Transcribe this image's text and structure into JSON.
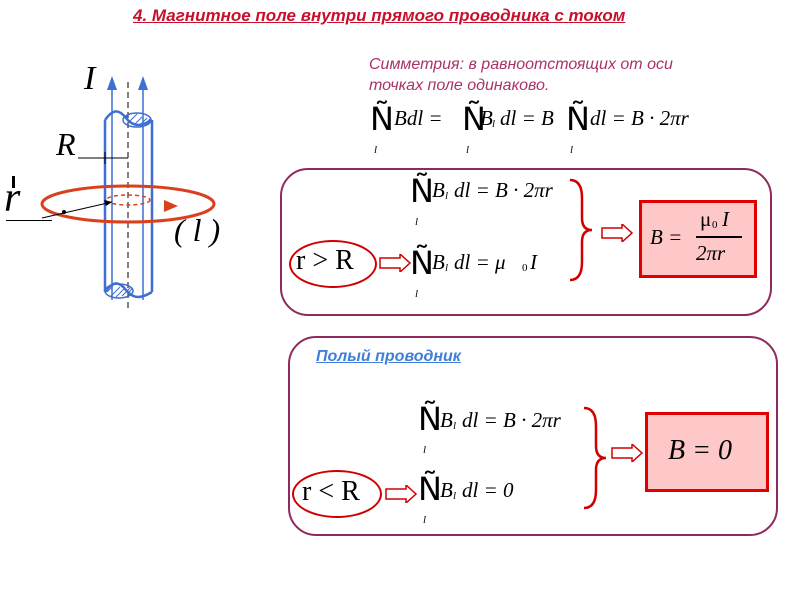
{
  "title": "4. Магнитное поле внутри прямого проводника с током",
  "symmetry_text": "Симметрия: в равноотстоящих от оси точках поле одинаково.",
  "diagram": {
    "current_label": "I",
    "radius_label": "R",
    "r_label": "r",
    "contour_label": "( l )"
  },
  "top_formula": {
    "part1": "Bdl =",
    "part2": "B",
    "part2_sub": "l",
    "part3": "dl = B",
    "part4": "dl = B · 2πr",
    "contour_sub": "l"
  },
  "section1": {
    "condition": "r > R",
    "eq1": "B",
    "eq1_sub": "l",
    "eq1_rest": "dl = B · 2πr",
    "eq2": "B",
    "eq2_sub": "l",
    "eq2_rest": "dl = μ",
    "eq2_sub0": "0",
    "eq2_end": "I",
    "contour_sub": "l",
    "result_lhs": "B =",
    "result_num_mu": "μ",
    "result_num_sub": "0",
    "result_num_I": "I",
    "result_den": "2πr"
  },
  "section2": {
    "heading": "Полый проводник",
    "condition": "r < R",
    "eq1": "B",
    "eq1_sub": "l",
    "eq1_rest": "dl = B · 2πr",
    "eq2": "B",
    "eq2_sub": "l",
    "eq2_rest": "dl = 0",
    "contour_sub": "l",
    "result": "B = 0"
  },
  "integral_glyph": "Ñ",
  "colors": {
    "title": "#c8102e",
    "symmetry": "#a8326a",
    "box_border": "#8e2a5e",
    "result_fill": "#ffc8c8",
    "result_border": "#e00000",
    "conductor": "#3f6fd0",
    "contour": "#d9401e",
    "hollow_heading": "#3f7fd9"
  }
}
